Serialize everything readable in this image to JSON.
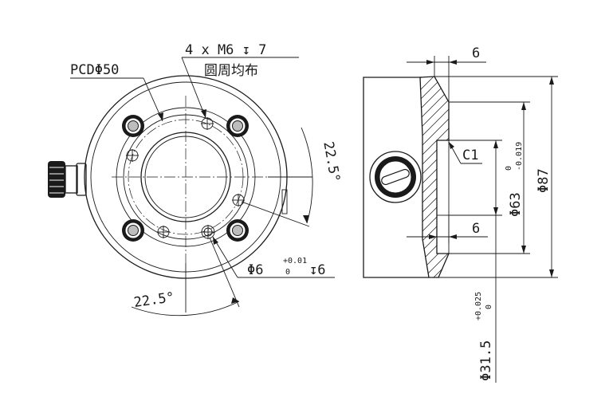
{
  "labels": {
    "pcd": "PCDΦ50",
    "thread_spec": "4 x  M6 ↧ 7",
    "thread_note": "圆周均布",
    "angle_top": "22.5°",
    "angle_bottom": "22.5°",
    "pin_hole_main": "Φ6",
    "pin_hole_tol_upper": "+0.01",
    "pin_hole_tol_lower": "0",
    "pin_hole_depth": "↧6",
    "thickness_top": "6",
    "thickness_bottom": "6",
    "chamfer": "C1",
    "dia_63": "Φ63",
    "dia_63_tol_upper": "0",
    "dia_63_tol_lower": "-0.019",
    "dia_87": "Φ87",
    "dia_315": "Φ31.5",
    "dia_315_tol_upper": "+0.025",
    "dia_315_tol_lower": "0"
  }
}
